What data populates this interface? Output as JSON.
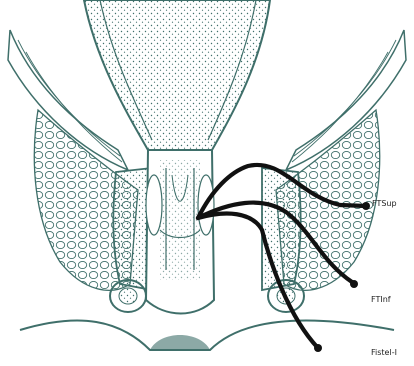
{
  "image": {
    "background": "#ffffff",
    "ink_color": "#3f6f6a",
    "probe_color": "#111111"
  },
  "labels": {
    "suprasphincteric": "FTSup",
    "infrasphincteric": "FTInf",
    "external": "Fistel-I"
  }
}
